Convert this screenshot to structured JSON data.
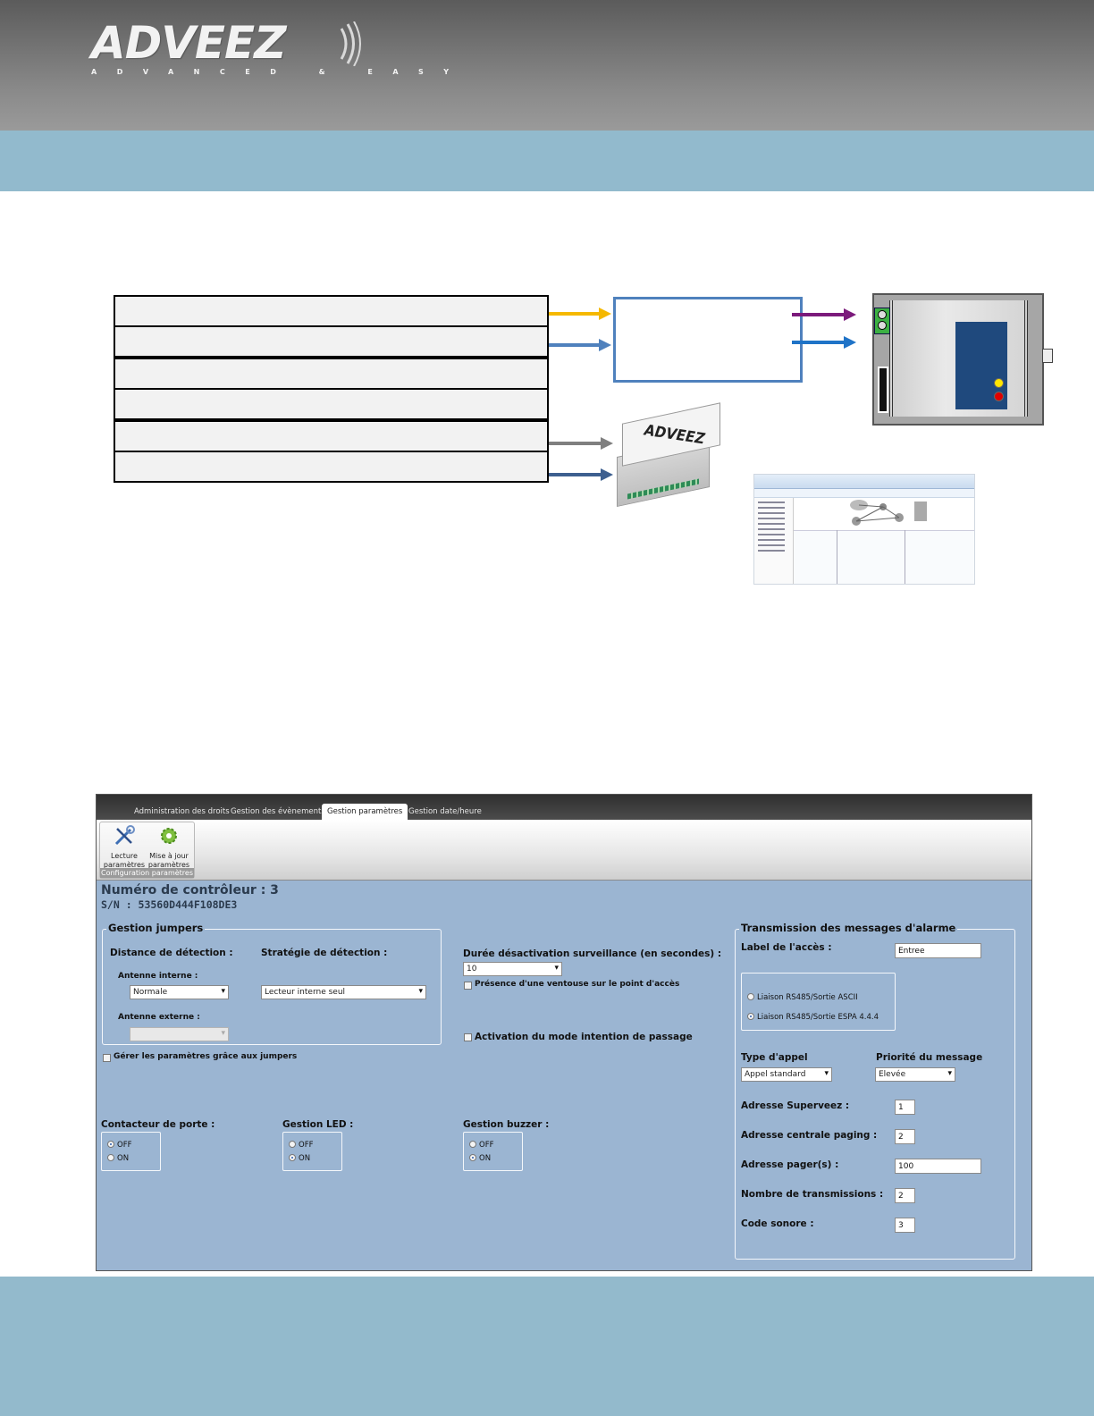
{
  "brand": {
    "logo_text": "ADVEEZ",
    "tagline": "ADVANCED & EASY"
  },
  "diagram": {
    "module_logo": "ADVEEZ",
    "arrow_colors": {
      "row1": "#f5b800",
      "row2": "#4f81bd",
      "row5": "#7f7f7f",
      "row6": "#3d5f8f",
      "out1": "#7b1a7b",
      "out2": "#1f73c7"
    }
  },
  "app": {
    "tabs": [
      {
        "label": "Administration des droits",
        "active": false
      },
      {
        "label": "Gestion des évènements",
        "active": false
      },
      {
        "label": "Gestion paramètres",
        "active": true
      },
      {
        "label": "Gestion date/heure",
        "active": false
      }
    ],
    "ribbon": {
      "read_label_1": "Lecture",
      "read_label_2": "paramètres",
      "update_label_1": "Mise à jour",
      "update_label_2": "paramètres",
      "group_label": "Configuration paramètres"
    },
    "controller_title": "Numéro de contrôleur : 3",
    "serial": "S/N : 53560D444F108DE3",
    "jumpers": {
      "legend": "Gestion jumpers",
      "detection_distance": "Distance de détection :",
      "detection_strategy": "Stratégie de détection :",
      "internal_antenna": "Antenne interne :",
      "internal_antenna_value": "Normale",
      "external_antenna": "Antenne externe :",
      "external_antenna_value": "",
      "strategy_value": "Lecteur interne seul"
    },
    "manage_jumpers": "Gérer les paramètres grâce aux jumpers",
    "surveillance": {
      "label": "Durée désactivation surveillance (en secondes) :",
      "value": "10",
      "suction_label": "Présence d'une ventouse sur le point d'accès",
      "intention_label": "Activation du mode intention de passage"
    },
    "door_contact": {
      "label": "Contacteur de porte :",
      "off": "OFF",
      "on": "ON",
      "selected": "OFF"
    },
    "led": {
      "label": "Gestion LED :",
      "off": "OFF",
      "on": "ON",
      "selected": "ON"
    },
    "buzzer": {
      "label": "Gestion buzzer :",
      "off": "OFF",
      "on": "ON",
      "selected": "ON"
    },
    "alarm": {
      "legend": "Transmission des messages d'alarme",
      "access_label": "Label de l'accès :",
      "access_value": "Entree",
      "link_ascii": "Liaison RS485/Sortie ASCII",
      "link_espa": "Liaison RS485/Sortie ESPA 4.4.4",
      "link_selected": "espa",
      "call_type_label": "Type d'appel",
      "call_type_value": "Appel standard",
      "priority_label": "Priorité du message",
      "priority_value": "Elevée",
      "superveez_label": "Adresse Superveez :",
      "superveez_value": "1",
      "paging_label": "Adresse centrale paging :",
      "paging_value": "2",
      "pagers_label": "Adresse pager(s) :",
      "pagers_value": "100",
      "transmissions_label": "Nombre de transmissions :",
      "transmissions_value": "2",
      "sound_label": "Code sonore :",
      "sound_value": "3"
    }
  }
}
